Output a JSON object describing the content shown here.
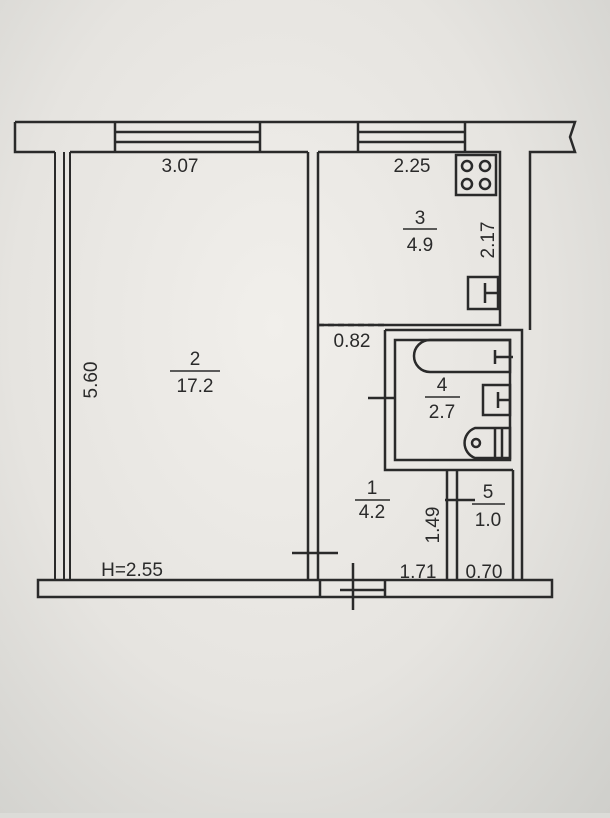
{
  "plan": {
    "ceiling_height": "H=2.55",
    "rooms": [
      {
        "number": "1",
        "area": "4.2"
      },
      {
        "number": "2",
        "area": "17.2"
      },
      {
        "number": "3",
        "area": "4.9"
      },
      {
        "number": "4",
        "area": "2.7"
      },
      {
        "number": "5",
        "area": "1.0"
      }
    ],
    "dimensions": {
      "room2_width": "3.07",
      "room2_length": "5.60",
      "kitchen_width": "2.25",
      "kitchen_length": "2.17",
      "hall_width_top": "0.82",
      "hall_width": "1.71",
      "hall_length": "1.49",
      "closet_width": "0.70"
    },
    "fixtures": [
      "stove-icon",
      "sink-icon",
      "bathtub-icon",
      "washbasin-icon",
      "toilet-icon"
    ]
  }
}
